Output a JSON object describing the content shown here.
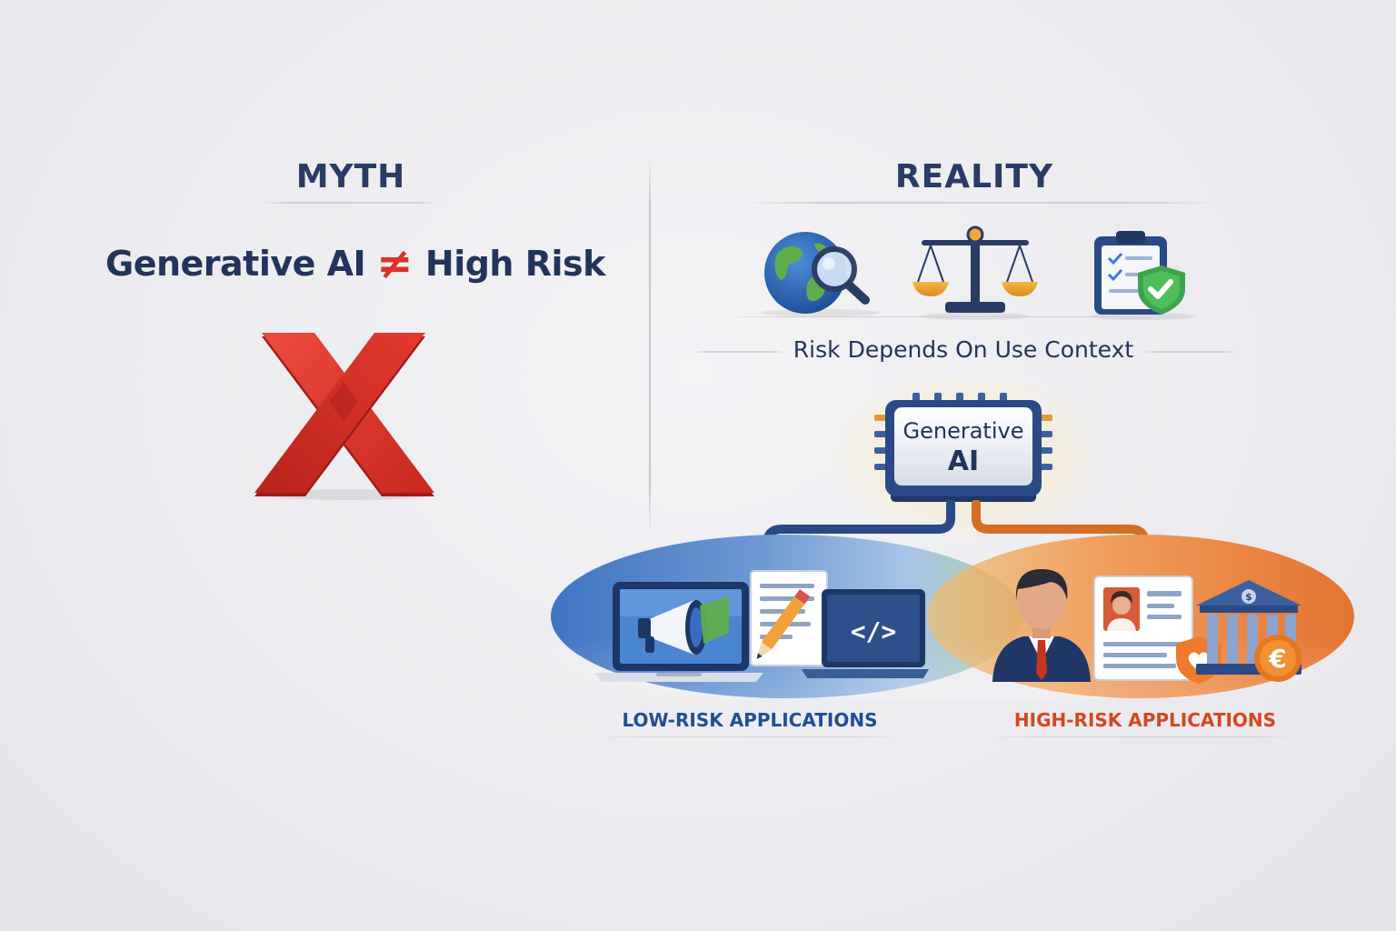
{
  "myth": {
    "heading": "MYTH",
    "statement_left": "Generative AI",
    "statement_symbol": "≠",
    "statement_right": "High Risk",
    "verdict_icon": "red-x-icon"
  },
  "reality": {
    "heading": "REALITY",
    "icons": [
      "globe-magnifier-icon",
      "balance-scale-icon",
      "compliance-clipboard-icon"
    ],
    "caption": "Risk Depends On Use Context",
    "chip_line1": "Generative",
    "chip_line2": "AI",
    "low_risk_label": "LOW-RISK APPLICATIONS",
    "high_risk_label": "HIGH-RISK APPLICATIONS",
    "low_risk_icons": [
      "laptop-megaphone-icon",
      "document-pencil-icon",
      "code-screen-icon"
    ],
    "high_risk_icons": [
      "businessman-icon",
      "resume-profile-icon",
      "health-shield-icon",
      "bank-icon",
      "euro-coin-icon"
    ]
  },
  "colors": {
    "navy": "#22345a",
    "heading": "#2a3c66",
    "myth_red": "#d9322a",
    "low_risk_blue": "#1f4f95",
    "high_risk_orange": "#d4471f",
    "check_green": "#3fa34d",
    "arrow_orange": "#d66d25"
  }
}
